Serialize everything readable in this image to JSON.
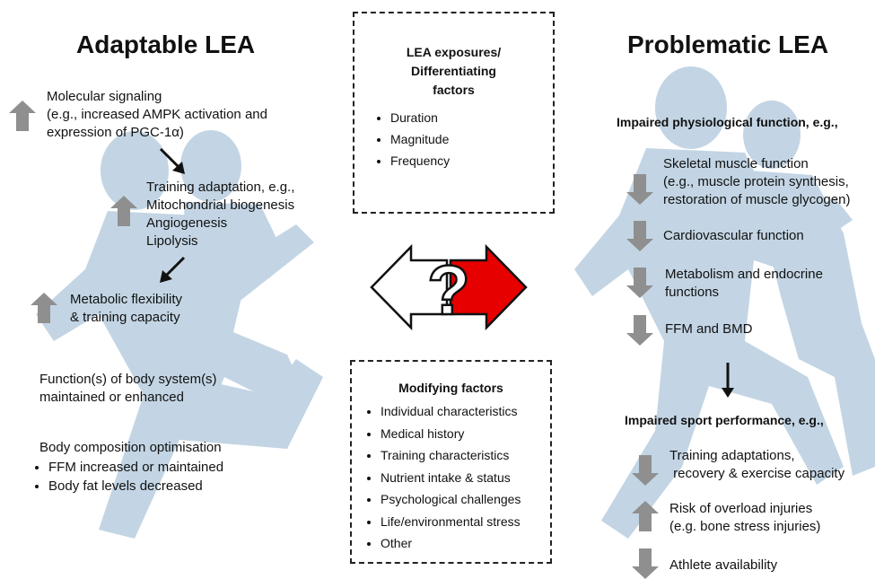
{
  "left": {
    "title": "Adaptable LEA",
    "molecular": [
      "Molecular signaling",
      "(e.g., increased AMPK activation and",
      "expression of PGC-1α)"
    ],
    "training": [
      "Training adaptation, e.g.,",
      "Mitochondrial biogenesis",
      "Angiogenesis",
      "Lipolysis"
    ],
    "metabolic": [
      "Metabolic flexibility",
      "& training capacity"
    ],
    "function": [
      "Function(s) of body system(s)",
      "maintained or enhanced"
    ],
    "body_comp_title": "Body composition optimisation",
    "body_comp_items": [
      "FFM increased or maintained",
      "Body fat levels decreased"
    ]
  },
  "center": {
    "exposures_title": [
      "LEA exposures/",
      "Differentiating",
      "factors"
    ],
    "exposures_items": [
      "Duration",
      "Magnitude",
      "Frequency"
    ],
    "modifying_title": "Modifying factors",
    "modifying_items": [
      "Individual characteristics",
      "Medical history",
      "Training characteristics",
      "Nutrient intake & status",
      "Psychological challenges",
      "Life/environmental stress",
      "Other"
    ],
    "question_mark": "?"
  },
  "right": {
    "title": "Problematic LEA",
    "impaired_phys": "Impaired physiological function, e.g.,",
    "skeletal": [
      "Skeletal muscle function",
      "(e.g., muscle protein synthesis,",
      "restoration of muscle glycogen)"
    ],
    "cardio": "Cardiovascular function",
    "metabolism": [
      "Metabolism and endocrine",
      "functions"
    ],
    "ffm": "FFM and BMD",
    "impaired_sport": "Impaired sport performance, e.g.,",
    "training_adapt": [
      "Training adaptations,",
      " recovery & exercise capacity"
    ],
    "risk": [
      "Risk of overload injuries",
      "(e.g. bone stress injuries)"
    ],
    "availability": "Athlete availability"
  },
  "colors": {
    "silhouette": "#c3d5e4",
    "gray_arrow": "#8f8f8f",
    "red_arrow": "#e60000"
  }
}
